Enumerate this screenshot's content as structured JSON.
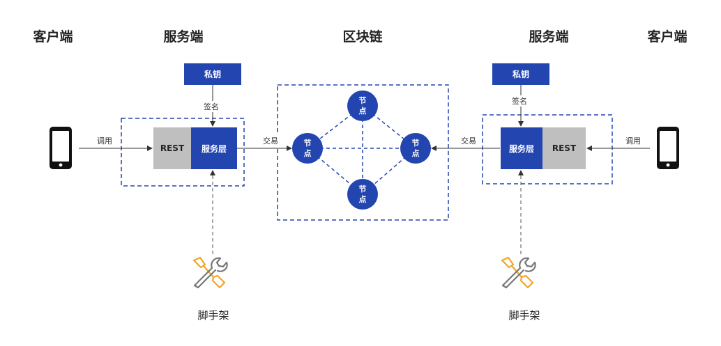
{
  "headings": {
    "client_left": "客户端",
    "server_left": "服务端",
    "blockchain": "区块链",
    "server_right": "服务端",
    "client_right": "客户端"
  },
  "left": {
    "private_key": "私钥",
    "sign_label": "签名",
    "call_label": "调用",
    "rest": "REST",
    "service_layer": "服务层",
    "tx_label": "交易",
    "scaffold": "脚手架"
  },
  "right": {
    "private_key": "私钥",
    "sign_label": "签名",
    "call_label": "调用",
    "rest": "REST",
    "service_layer": "服务层",
    "tx_label": "交易",
    "scaffold": "脚手架"
  },
  "nodes": {
    "top": [
      "节",
      "点"
    ],
    "left": [
      "节",
      "点"
    ],
    "right": [
      "节",
      "点"
    ],
    "bottom": [
      "节",
      "点"
    ]
  },
  "colors": {
    "primary_blue": "#2345b0",
    "gray": "#bfbfbf",
    "tool_orange": "#f2a52a",
    "tool_gray": "#777777"
  },
  "icons": {
    "phone": "phone-icon",
    "scaffold": "wrench-screwdriver-icon"
  }
}
